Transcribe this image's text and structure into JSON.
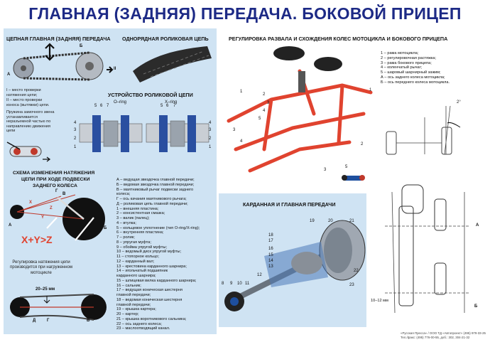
{
  "title": "ГЛАВНАЯ (ЗАДНЯЯ) ПЕРЕДАЧА. БОКОВОЙ ПРИЦЕП",
  "chain": {
    "heading": "ЦЕПНАЯ ГЛАВНАЯ (ЗАДНЯЯ) ПЕРЕДАЧА",
    "note1": "I – место проверки натяжения цепи;",
    "note2": "II – место проверки износа (вытяжки) цепи.",
    "note3": "Пружина замочного звена устанавливается неразъемной частью по направлению движения цепи",
    "arrow_label": "II",
    "label_b": "Б",
    "label_a": "А"
  },
  "roller": {
    "heading": "ОДНОРЯДНАЯ РОЛИКОВАЯ ЦЕПЬ"
  },
  "roller_device": {
    "heading": "УСТРОЙСТВО РОЛИКОВОЙ ЦЕПИ",
    "oring": "O–ring",
    "xring": "X–ring",
    "nums_left_top": [
      "5",
      "6",
      "7"
    ],
    "nums_right_top": [
      "5",
      "6",
      "7"
    ],
    "nums_left_side": [
      "4",
      "3",
      "2",
      "1"
    ],
    "nums_right_side": [
      "4",
      "3",
      "2",
      "1"
    ]
  },
  "tension": {
    "heading1": "СХЕМА ИЗМЕНЕНИЯ НАТЯЖЕНИЯ",
    "heading2": "ЦЕПИ ПРИ ХОДЕ ПОДВЕСКИ",
    "heading3": "ЗАДНЕГО КОЛЕСА",
    "formula": "X+Y>Z",
    "letters": [
      "Г",
      "В",
      "X",
      "Y",
      "Z",
      "А",
      "Б"
    ],
    "caption": "Регулировка натяжения цепи производится при нагруженном мотоцикле",
    "measure": "20–25 мм",
    "bottom_letters": [
      "Д",
      "Г",
      "В"
    ]
  },
  "legend_main": [
    "А – ведущая звездочка главной передачи;",
    "Б – ведомая звездочка главной передачи;",
    "В – маятниковый рычаг подвески заднего",
    "       колеса;",
    "Г – ось качания маятникового рычага;",
    "Д – роликовая цепь главной передачи;",
    "1 – внешняя пластина;",
    "2 – консистентная смазка;",
    "3 – валик (палец);",
    "4 – втулка;",
    "5 – кольцевое уплотнение (тип O-ring/X-ring);",
    "6 – внутренняя пластина;",
    "7 – ролик;",
    "8 – упругая муфта;",
    "9 – обойма упругой муфты;",
    "10 – ведомый диск упругой муфты;",
    "11 –  стопорное кольцо;",
    "12 – карданный вал;",
    "13 – крестовина карданного шарнира;",
    "14 – игольчатый подшипник",
    "         карданного шарнира;",
    "15 – шлицевая вилка карданного шарнира;",
    "16 – сальник;",
    "17 – ведущая коническая шестерня",
    "         главной передачи;",
    "18 – ведомая коническая шестерня",
    "         главной передачи;",
    "19 – крышка картера;",
    "20 – картер;",
    "21 – крышка ворот­никового сальника;",
    "22 – ось заднего колеса;",
    "23 – маслоотводящий канал."
  ],
  "sidecar": {
    "heading": "РЕГУЛИРОВКА РАЗВАЛА И СХОЖДЕНИЯ КОЛЕС МОТОЦИКЛА И БОКОВОГО ПРИЦЕПА",
    "legend": [
      "1 – рама мотоцикла;",
      "2 – регулировочная растяжка;",
      "3 – рама бокового прицепа;",
      "4 – коленчатый рычаг;",
      "5 – шаровый шарнирный зажим;",
      "А – ось заднего колеса мотоцикла;",
      "Б – ось переднего колеса мотоцикла."
    ],
    "nums": [
      "1",
      "2",
      "3",
      "4",
      "5",
      "3",
      "4",
      "1",
      "2",
      "3",
      "5"
    ],
    "angle": "2°",
    "axis_a": "А",
    "axis_b": "Б",
    "measure": "10–12 мм"
  },
  "cardan": {
    "heading": "КАРДАННАЯ И ГЛАВНАЯ ПЕРЕДАЧИ",
    "nums": [
      "19",
      "20",
      "21",
      "18",
      "17",
      "16",
      "15",
      "14",
      "13",
      "12",
      "8",
      "9",
      "10",
      "11",
      "22",
      "23"
    ]
  },
  "footer": {
    "line1": "«Русская Пресса» / ООО ТД «Автопроект» (495) 979-33-25",
    "line2": "Тел./факс: (495) 776-00-55, доб.: 302, 304-21-32"
  },
  "colors": {
    "title": "#1d2a86",
    "panel": "#cfe3f3",
    "frame_red": "#e0432f",
    "accent_blue": "#1e4f9e"
  }
}
